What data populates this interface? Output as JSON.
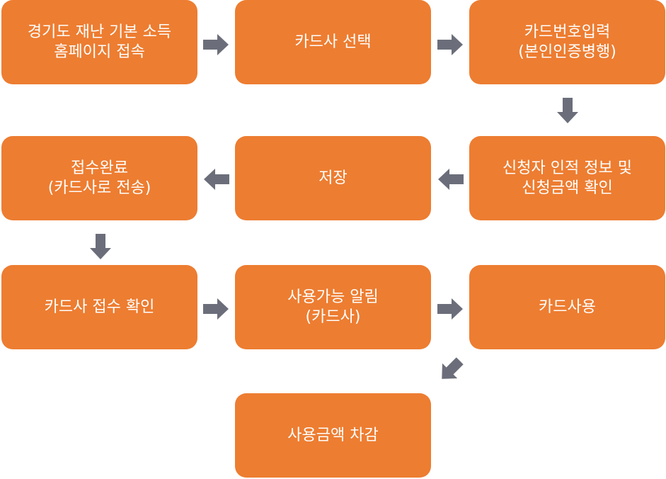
{
  "colors": {
    "box_fill": "#ED7D31",
    "box_text": "#FFFFFF",
    "arrow_fill": "#6B6E7A"
  },
  "steps": [
    {
      "lines": [
        "경기도 재난 기본 소득",
        "홈페이지 접속"
      ]
    },
    {
      "lines": [
        "카드사 선택"
      ]
    },
    {
      "lines": [
        "카드번호입력",
        "(본인인증병행)"
      ]
    },
    {
      "lines": [
        "신청자 인적 정보 및",
        "신청금액 확인"
      ]
    },
    {
      "lines": [
        "저장"
      ]
    },
    {
      "lines": [
        "접수완료",
        "(카드사로 전송)"
      ]
    },
    {
      "lines": [
        "카드사 접수 확인"
      ]
    },
    {
      "lines": [
        "사용가능 알림",
        "(카드사)"
      ]
    },
    {
      "lines": [
        "카드사용"
      ]
    },
    {
      "lines": [
        "사용금액 차감"
      ]
    }
  ]
}
